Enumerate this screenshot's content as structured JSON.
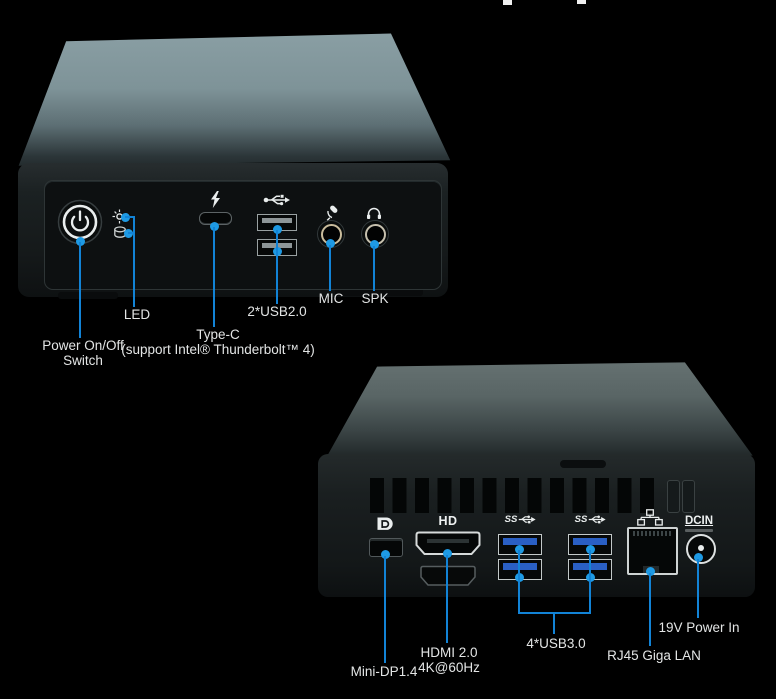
{
  "title": "Mini PC front and rear port diagram",
  "colors": {
    "background": "#000000",
    "callout_blue": "#1283d6",
    "callout_dot_blue": "#1e9ae4",
    "label_text": "#e3e5e5",
    "usb3_port_blue": "#2a5fc4",
    "front_lid_gray": "#7e9398",
    "rear_lid_gray": "#596565"
  },
  "front": {
    "callouts": {
      "power": {
        "line1": "Power On/Off",
        "line2": "Switch"
      },
      "led": "LED",
      "typec": {
        "line1": "Type-C",
        "line2": "(support Intel® Thunderbolt™ 4)"
      },
      "usb2": "2*USB2.0",
      "mic": "MIC",
      "spk": "SPK"
    }
  },
  "rear": {
    "port_marks": {
      "hdmi_logo": "HD",
      "dcin": "DCIN",
      "superspeed": "SS"
    },
    "callouts": {
      "minidp": "Mini-DP1.4",
      "hdmi": {
        "line1": "HDMI 2.0",
        "line2": "4K@60Hz"
      },
      "usb3": "4*USB3.0",
      "lan": "RJ45 Giga LAN",
      "power_in": "19V Power In"
    }
  }
}
